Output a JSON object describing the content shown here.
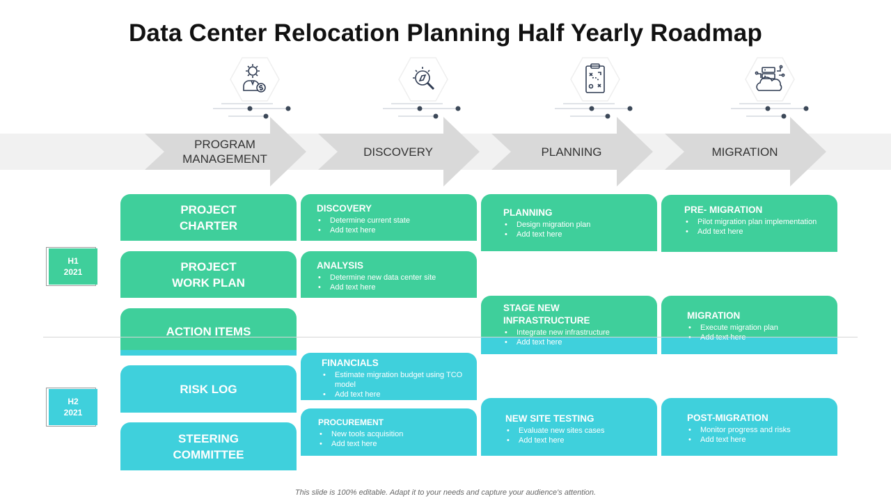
{
  "title": "Data Center Relocation Planning Half Yearly Roadmap",
  "colors": {
    "green": "#3fcf9b",
    "blue": "#3fd0dc",
    "arrow": "#d9d9d9",
    "dot": "#3c4858"
  },
  "phases": [
    {
      "label": "PROGRAM\nMANAGEMENT",
      "icon": "settings-person-dollar-icon"
    },
    {
      "label": "DISCOVERY",
      "icon": "magnifier-compass-icon"
    },
    {
      "label": "PLANNING",
      "icon": "clipboard-strategy-icon"
    },
    {
      "label": "MIGRATION",
      "icon": "cloud-server-icon"
    }
  ],
  "halves": [
    {
      "label": "H1\n2021"
    },
    {
      "label": "H2\n2021"
    }
  ],
  "row_headers": [
    "PROJECT\nCHARTER",
    "PROJECT\nWORK PLAN",
    "ACTION ITEMS",
    "RISK LOG",
    "STEERING\nCOMMITTEE"
  ],
  "cards": {
    "discovery": {
      "title": "DISCOVERY",
      "items": [
        "Determine current state",
        "Add text here"
      ]
    },
    "analysis": {
      "title": "ANALYSIS",
      "items": [
        "Determine new data center site",
        "Add text here"
      ]
    },
    "financials": {
      "title": "FINANCIALS",
      "items": [
        "Estimate migration budget using TCO model",
        "Add text here"
      ]
    },
    "procurement": {
      "title": "PROCUREMENT",
      "items": [
        "New tools acquisition",
        "Add text here"
      ]
    },
    "planning": {
      "title": "PLANNING",
      "items": [
        "Design migration plan",
        "Add text here"
      ]
    },
    "stage": {
      "title": "STAGE NEW\nINFRASTRUCTURE",
      "items": [
        "Integrate new infrastructure",
        "Add text here"
      ]
    },
    "testing": {
      "title": "NEW SITE TESTING",
      "items": [
        "Evaluate new sites cases",
        "Add text here"
      ]
    },
    "premigration": {
      "title": "PRE- MIGRATION",
      "items": [
        "Pilot migration plan implementation",
        "Add text here"
      ]
    },
    "migration": {
      "title": "MIGRATION",
      "items": [
        "Execute migration plan",
        "Add text here"
      ]
    },
    "postmigration": {
      "title": "POST-MIGRATION",
      "items": [
        "Monitor progress and risks",
        "Add text here"
      ]
    }
  },
  "footer": "This slide is 100% editable. Adapt it to your needs and capture your audience's attention."
}
